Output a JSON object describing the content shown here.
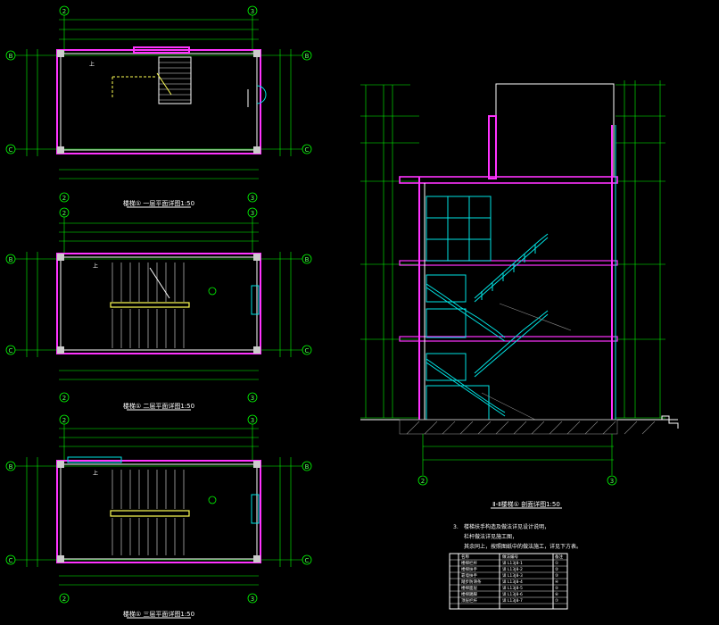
{
  "plans": [
    {
      "title": "楼梯① 一层平面详图1:50",
      "axis_top_left": "2",
      "axis_top_right": "3",
      "axis_side_top": "B",
      "axis_side_bottom": "C",
      "label_up": "上"
    },
    {
      "title": "楼梯① 二层平面详图1:50",
      "axis_top_left": "2",
      "axis_top_right": "3",
      "axis_side_top": "B",
      "axis_side_bottom": "C",
      "label_up": "上"
    },
    {
      "title": "楼梯① 三层平面详图1:50",
      "axis_top_left": "2",
      "axis_top_right": "3",
      "axis_side_top": "B",
      "axis_side_bottom": "C",
      "label_up": "上"
    }
  ],
  "section": {
    "title": "Ⅱ-Ⅱ楼梯① 剖面详图1:50",
    "axis_left": "2",
    "axis_right": "3"
  },
  "notes": {
    "index": "3.",
    "line1": "楼梯扶手构造及做法详见设计说明，",
    "line2": "栏杆做法详见施工图，",
    "line3": "其余同上，按照图纸中的做法施工，详见下方表。"
  },
  "table": {
    "header": [
      "名称",
      "做法编号",
      "备注"
    ],
    "rows": [
      [
        "楼梯栏杆",
        "详 L13J8-1",
        "①"
      ],
      [
        "楼梯扶手",
        "详 L13J8-2",
        "②"
      ],
      [
        "靠墙扶手",
        "详 L13J8-3",
        "③"
      ],
      [
        "踏步防滑条",
        "详 L13J8-4",
        "④"
      ],
      [
        "楼梯面层",
        "详 L13J8-5",
        "⑤"
      ],
      [
        "楼梯踢脚",
        "详 L13J8-6",
        "⑥"
      ],
      [
        "顶层栏杆",
        "详 L13J8-7",
        "⑦"
      ]
    ]
  }
}
